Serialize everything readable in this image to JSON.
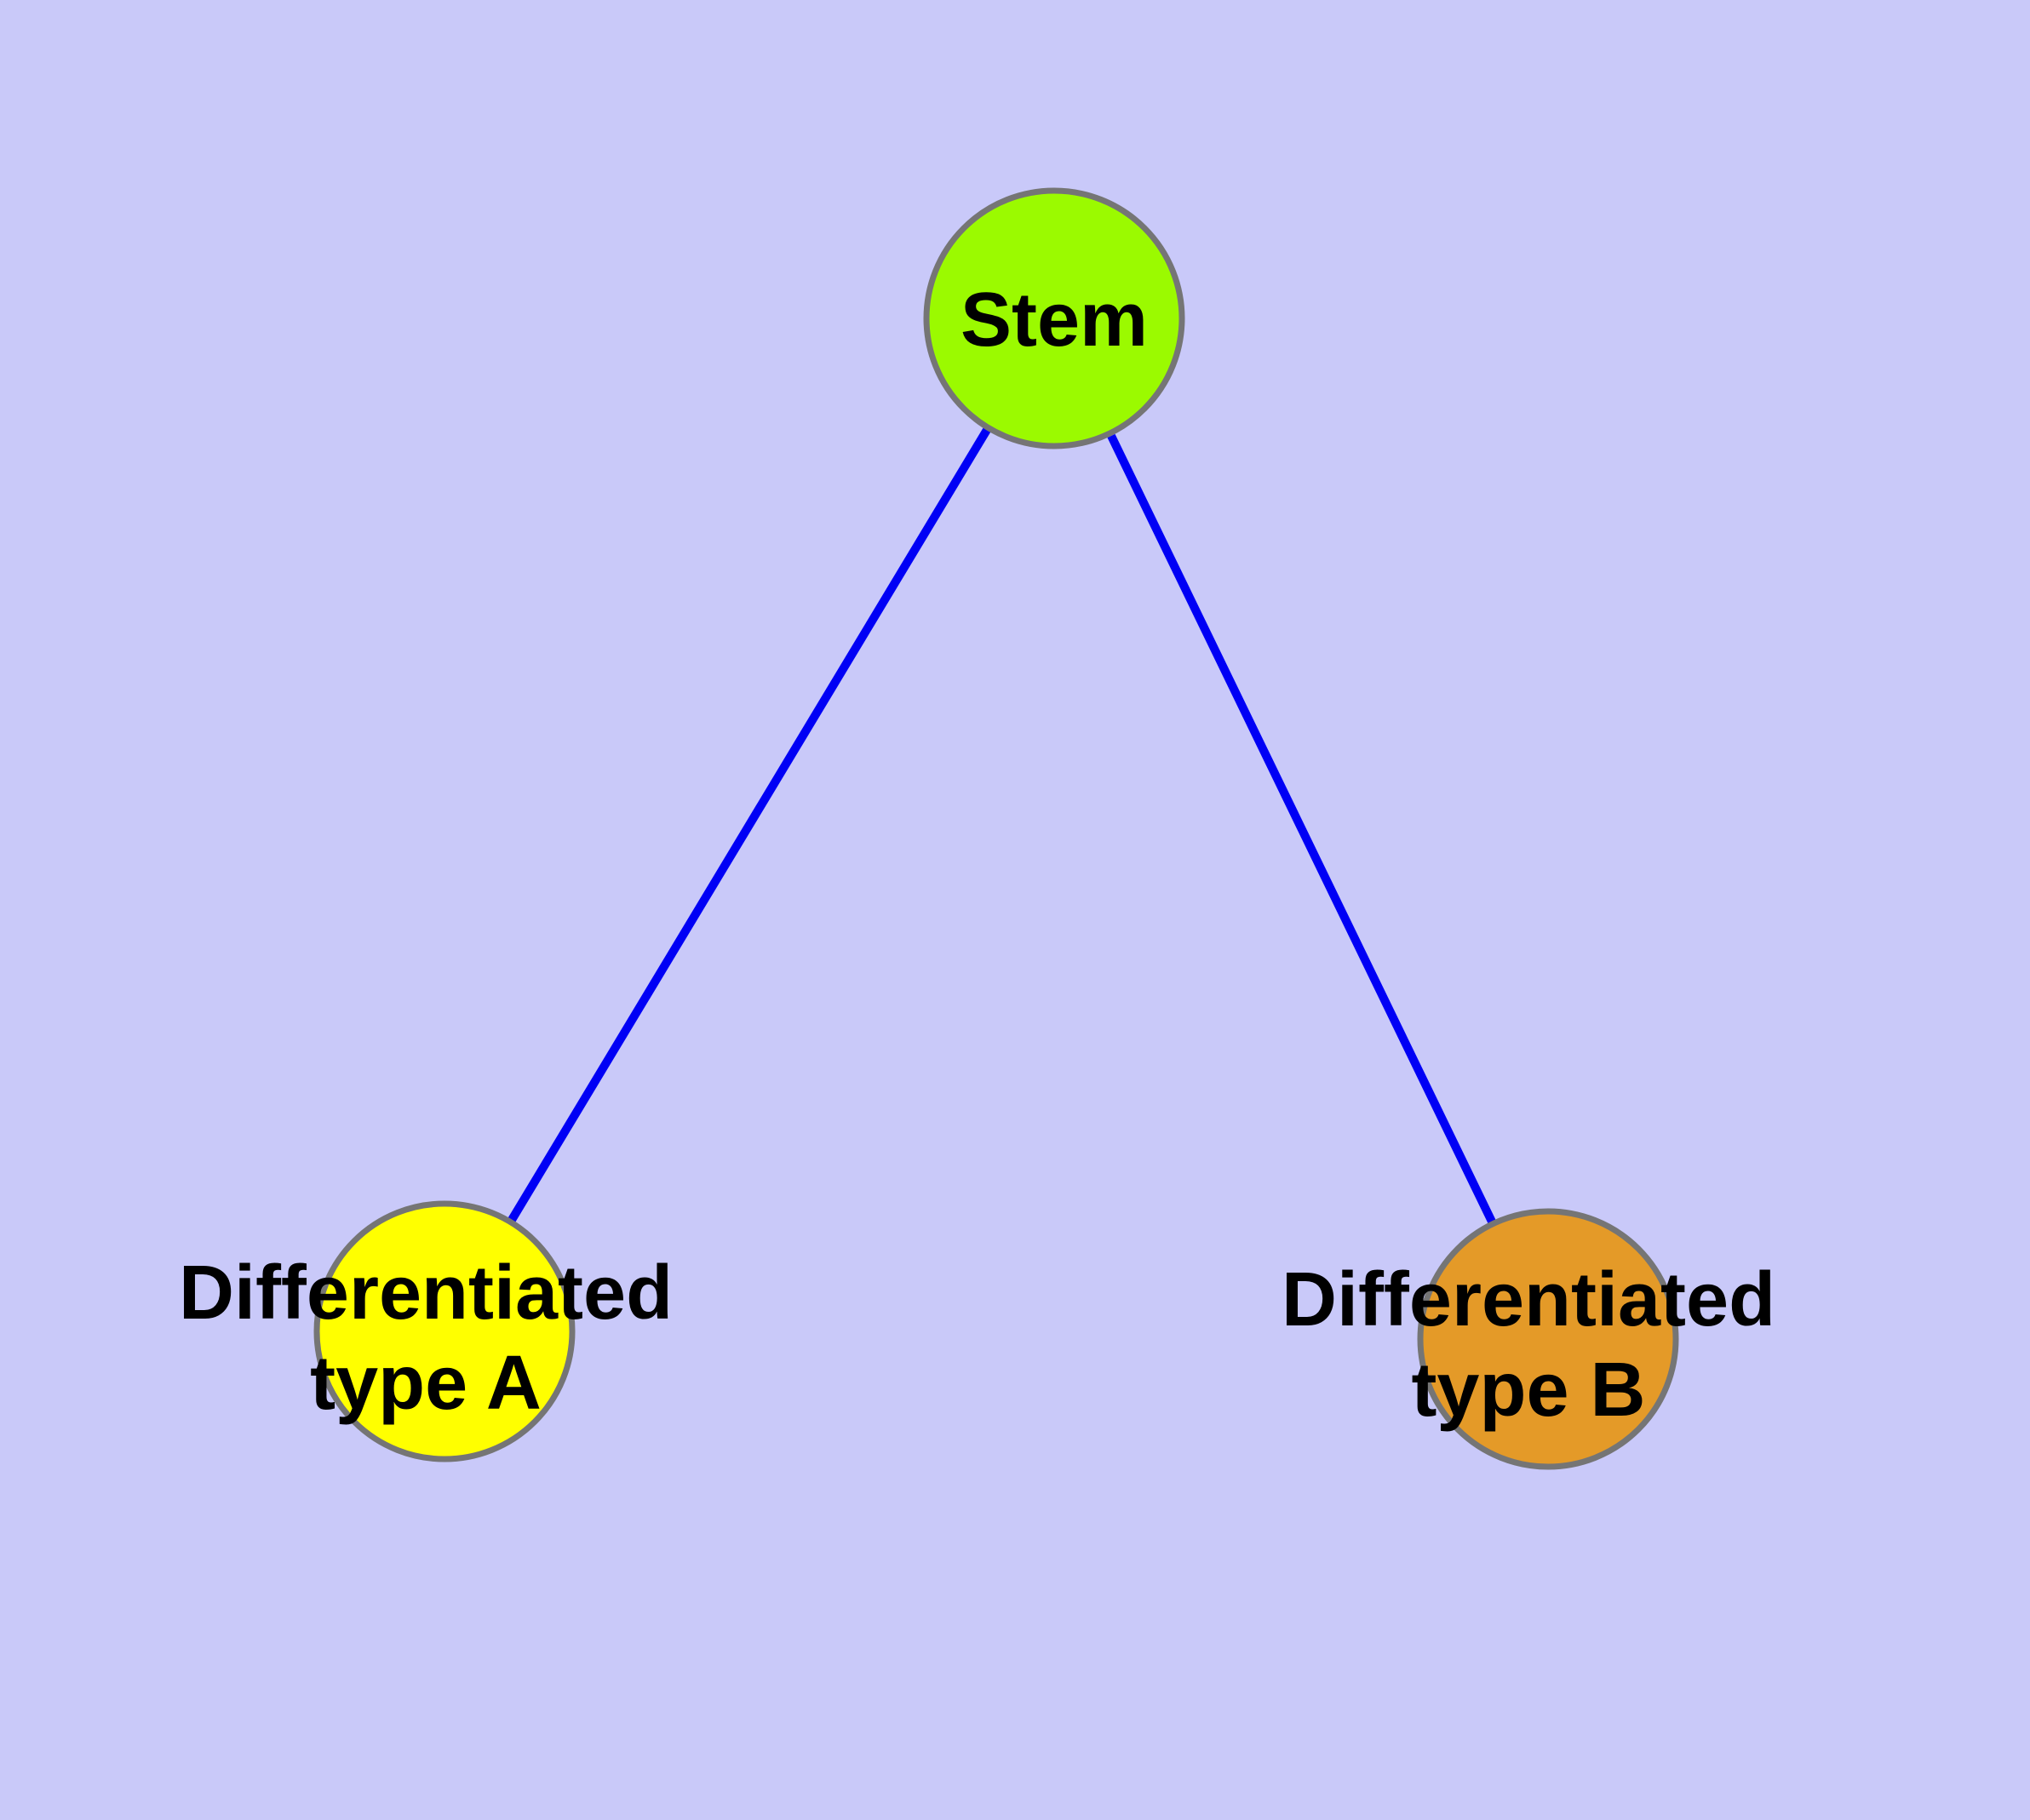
{
  "colors": {
    "background": "#C9C9F9",
    "edge": "#0000F5",
    "node_border": "#757575",
    "text": "#000000"
  },
  "nodes": [
    {
      "id": "stem",
      "label": "Stem",
      "color": "#9BFA00"
    },
    {
      "id": "differentiated-type-a",
      "label_line1": "Differentiated",
      "label_line2": "type A",
      "color": "#FFFF00"
    },
    {
      "id": "differentiated-type-b",
      "label_line1": "Differentiated",
      "label_line2": "type B",
      "color": "#E49A28"
    }
  ],
  "edges": [
    {
      "from": "stem",
      "to": "differentiated-type-a",
      "color": "#0000F5"
    },
    {
      "from": "stem",
      "to": "differentiated-type-b",
      "color": "#0000F5"
    }
  ]
}
